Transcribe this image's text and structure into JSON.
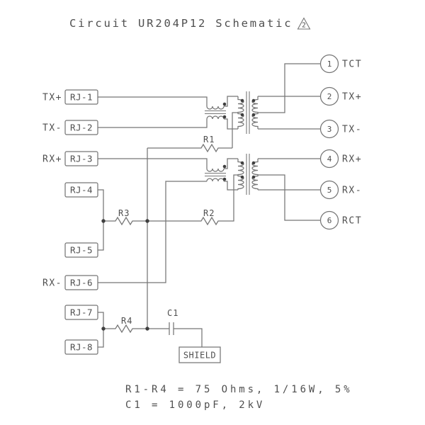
{
  "schematic": {
    "title": "Circuit UR204P12 Schematic",
    "revision_flag": "2"
  },
  "ports": {
    "tx_plus": "TX+",
    "tx_minus": "TX-",
    "rx_plus": "RX+",
    "rx_minus": "RX-"
  },
  "rj_connectors": [
    "RJ-1",
    "RJ-2",
    "RJ-3",
    "RJ-4",
    "RJ-5",
    "RJ-6",
    "RJ-7",
    "RJ-8"
  ],
  "pins": [
    {
      "number": "1",
      "label": "TCT"
    },
    {
      "number": "2",
      "label": "TX+"
    },
    {
      "number": "3",
      "label": "TX-"
    },
    {
      "number": "4",
      "label": "RX+"
    },
    {
      "number": "5",
      "label": "RX-"
    },
    {
      "number": "6",
      "label": "RCT"
    }
  ],
  "components": {
    "r1": "R1",
    "r2": "R2",
    "r3": "R3",
    "r4": "R4",
    "c1": "C1",
    "shield": "SHIELD"
  },
  "notes": [
    "R1-R4 = 75 Ohms, 1/16W, 5%",
    "C1 = 1000pF, 2kV"
  ],
  "colors": {
    "wire": "#767676",
    "text": "#4f4f4f",
    "background": "#ffffff"
  }
}
